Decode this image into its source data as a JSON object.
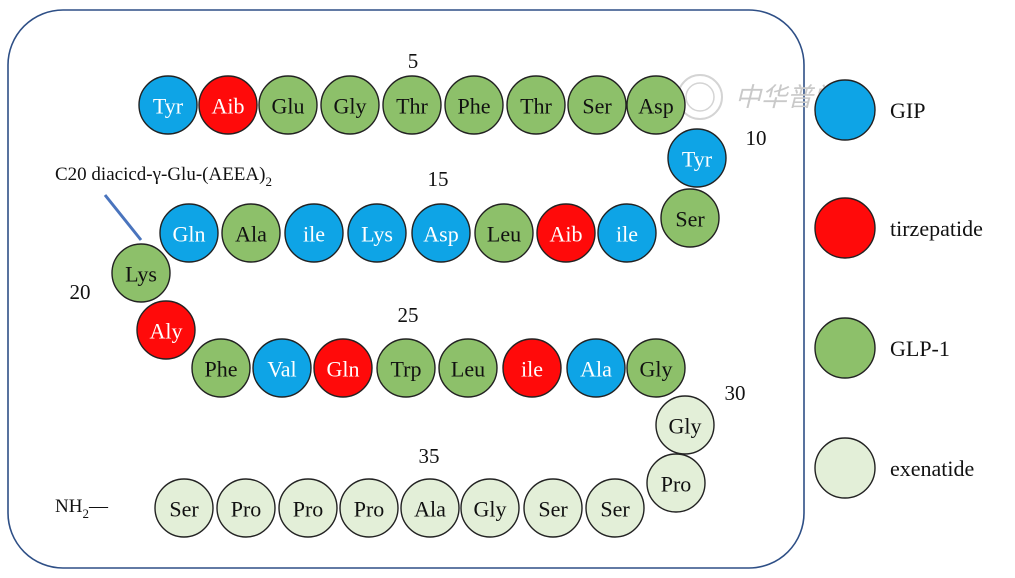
{
  "colors": {
    "GIP": "#0ea4e6",
    "tirzepatide": "#ff0a0a",
    "GLP-1": "#8dc06a",
    "exenatide": "#e3efd8",
    "frame": "#2e4f86",
    "linker": "#4a74bd"
  },
  "residues": [
    {
      "label": "Tyr",
      "type": "GIP"
    },
    {
      "label": "Aib",
      "type": "tirzepatide"
    },
    {
      "label": "Glu",
      "type": "GLP-1"
    },
    {
      "label": "Gly",
      "type": "GLP-1"
    },
    {
      "label": "Thr",
      "type": "GLP-1"
    },
    {
      "label": "Phe",
      "type": "GLP-1"
    },
    {
      "label": "Thr",
      "type": "GLP-1"
    },
    {
      "label": "Ser",
      "type": "GLP-1"
    },
    {
      "label": "Asp",
      "type": "GLP-1"
    },
    {
      "label": "Tyr",
      "type": "GIP"
    },
    {
      "label": "Ser",
      "type": "GLP-1"
    },
    {
      "label": "ile",
      "type": "GIP"
    },
    {
      "label": "Aib",
      "type": "tirzepatide"
    },
    {
      "label": "Leu",
      "type": "GLP-1"
    },
    {
      "label": "Asp",
      "type": "GIP"
    },
    {
      "label": "Lys",
      "type": "GIP"
    },
    {
      "label": "ile",
      "type": "GIP"
    },
    {
      "label": "Ala",
      "type": "GLP-1"
    },
    {
      "label": "Gln",
      "type": "GIP"
    },
    {
      "label": "Lys",
      "type": "GLP-1"
    },
    {
      "label": "Aly",
      "type": "tirzepatide"
    },
    {
      "label": "Phe",
      "type": "GLP-1"
    },
    {
      "label": "Val",
      "type": "GIP"
    },
    {
      "label": "Gln",
      "type": "tirzepatide"
    },
    {
      "label": "Trp",
      "type": "GLP-1"
    },
    {
      "label": "Leu",
      "type": "GLP-1"
    },
    {
      "label": "ile",
      "type": "tirzepatide"
    },
    {
      "label": "Ala",
      "type": "GIP"
    },
    {
      "label": "Gly",
      "type": "GLP-1"
    },
    {
      "label": "Gly",
      "type": "exenatide"
    },
    {
      "label": "Pro",
      "type": "exenatide"
    },
    {
      "label": "Ser",
      "type": "exenatide"
    },
    {
      "label": "Ser",
      "type": "exenatide"
    },
    {
      "label": "Gly",
      "type": "exenatide"
    },
    {
      "label": "Ala",
      "type": "exenatide"
    },
    {
      "label": "Pro",
      "type": "exenatide"
    },
    {
      "label": "Pro",
      "type": "exenatide"
    },
    {
      "label": "Pro",
      "type": "exenatide"
    },
    {
      "label": "Ser",
      "type": "exenatide"
    }
  ],
  "position_numbers": [
    "5",
    "10",
    "15",
    "20",
    "25",
    "30",
    "35"
  ],
  "annotations": {
    "linker_prefix": "C20 diacicd-γ-Glu-(AEEA)",
    "linker_subscript": "2",
    "terminus_prefix": "NH",
    "terminus_subscript": "2",
    "terminus_dash": "—"
  },
  "legend": [
    {
      "label": "GIP",
      "type": "GIP"
    },
    {
      "label": "tirzepatide",
      "type": "tirzepatide"
    },
    {
      "label": "GLP-1",
      "type": "GLP-1"
    },
    {
      "label": "exenatide",
      "type": "exenatide"
    }
  ],
  "watermark": "中华普学会"
}
